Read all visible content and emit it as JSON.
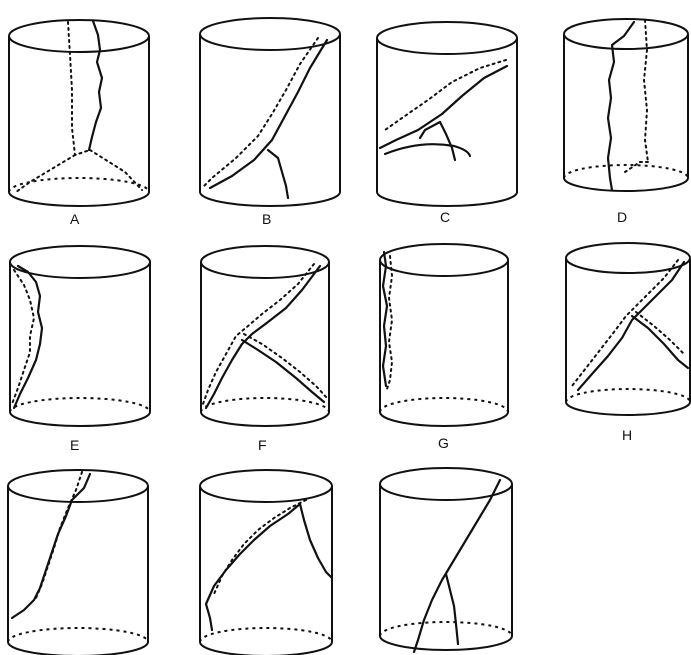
{
  "figure": {
    "specimens": [
      {
        "label": "A"
      },
      {
        "label": "B"
      },
      {
        "label": "C"
      },
      {
        "label": "D"
      },
      {
        "label": "E"
      },
      {
        "label": "F"
      },
      {
        "label": "G"
      },
      {
        "label": "H"
      },
      {
        "label": ""
      },
      {
        "label": ""
      },
      {
        "label": ""
      }
    ]
  }
}
